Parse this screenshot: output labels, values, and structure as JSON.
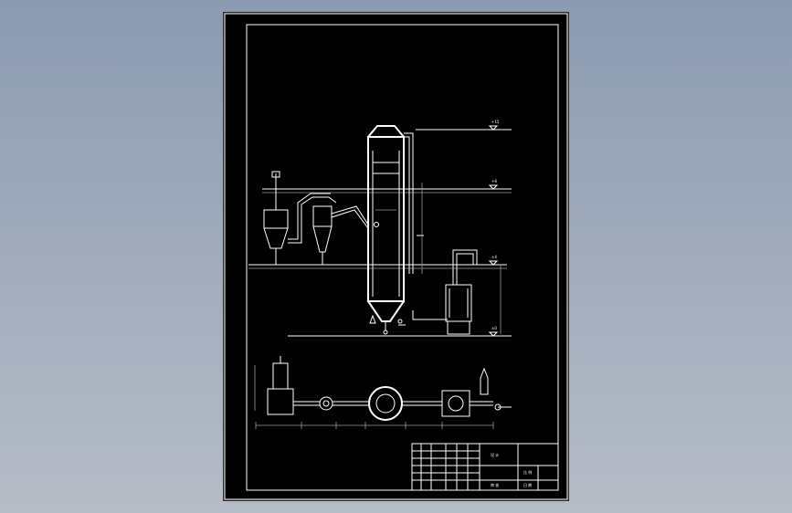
{
  "viewport": {
    "background_top": "#8c9bb1",
    "background_bottom": "#b6bdc7"
  },
  "sheet": {
    "background": "#000000",
    "line_color": "#ffffff"
  },
  "elevation_marks": [
    {
      "id": "top",
      "label": "+15"
    },
    {
      "id": "upper-floor",
      "label": "+8"
    },
    {
      "id": "ground-floor",
      "label": "+4"
    },
    {
      "id": "base",
      "label": "±0"
    }
  ],
  "title_block": {
    "title_cells": [
      "设 计",
      "比 例"
    ],
    "signature_cells": [
      "审 核",
      "日 期"
    ]
  }
}
